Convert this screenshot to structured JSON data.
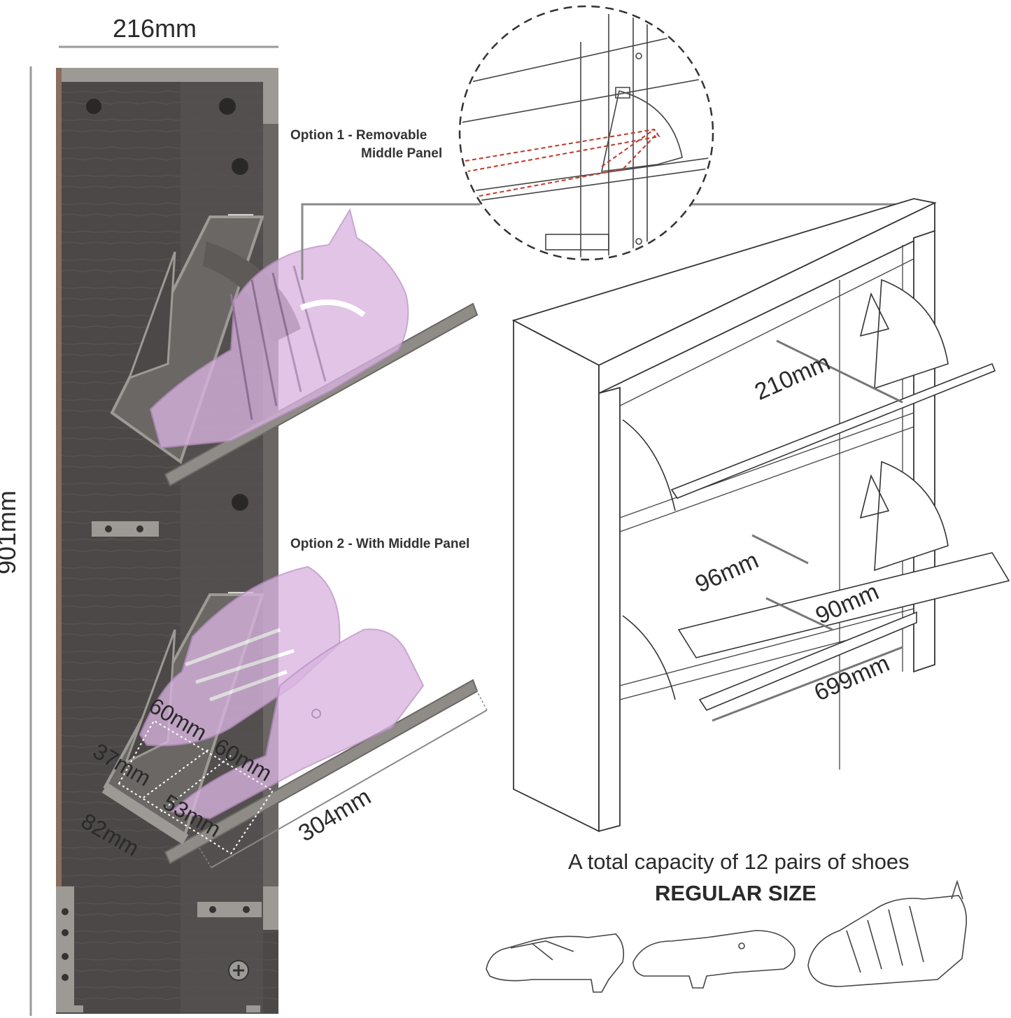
{
  "dimensions": {
    "width": "216mm",
    "height": "901mm",
    "drawer_depth": "210mm",
    "gap_upper": "96mm",
    "gap_lower": "90mm",
    "total_width": "699mm",
    "shoe_height_1": "60mm",
    "shoe_height_2": "60mm",
    "offset_a": "37mm",
    "offset_b": "53mm",
    "bottom_depth": "82mm",
    "flap_length": "304mm"
  },
  "options": {
    "option1_line1": "Option 1 - Removable",
    "option1_line2": "Middle Panel",
    "option2": "Option 2 - With Middle Panel"
  },
  "capacity": {
    "line1": "A total capacity of 12 pairs of shoes",
    "line2": "REGULAR SIZE"
  },
  "colors": {
    "panel": "#4a4746",
    "panel_light": "#5c5856",
    "trim": "#9c9995",
    "shoe": "#d9b4e0",
    "dashed_red": "#c0392b"
  }
}
